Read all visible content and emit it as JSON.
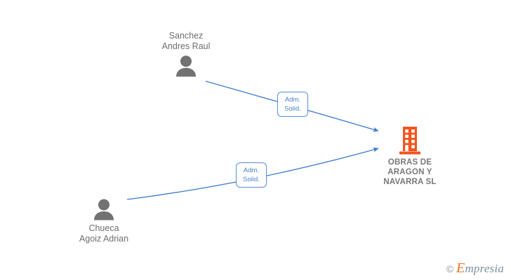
{
  "diagram": {
    "type": "corporate-relationship-graph",
    "background_color": "#ffffff",
    "nodes": [
      {
        "id": "sanchez",
        "kind": "person",
        "icon": "person-icon",
        "icon_color": "#727272",
        "label": "Sanchez\nAndres Raul",
        "label_color": "#6d6d6d",
        "label_position": "above"
      },
      {
        "id": "chueca",
        "kind": "person",
        "icon": "person-icon",
        "icon_color": "#727272",
        "label": "Chueca\nAgoiz Adrian",
        "label_color": "#6d6d6d",
        "label_position": "below"
      },
      {
        "id": "company",
        "kind": "company",
        "icon": "building-icon",
        "icon_color": "#f4541d",
        "label": "OBRAS DE\nARAGON Y\nNAVARRA  SL",
        "label_color": "#777777",
        "label_position": "below"
      }
    ],
    "edges": [
      {
        "id": "edge-sanchez-company",
        "from": "sanchez",
        "to": "company",
        "label": "Adm.\nSolid.",
        "color": "#4a7fc8",
        "arrow": "to-target"
      },
      {
        "id": "edge-chueca-company",
        "from": "chueca",
        "to": "company",
        "label": "Adm.\nSolid.",
        "color": "#4a7fc8",
        "arrow": "to-target"
      }
    ]
  },
  "watermark": {
    "copyright": "©",
    "brand_initial": "E",
    "brand_rest": "mpresia",
    "brand_color": "#ee7326",
    "text_color": "#7d8f9c"
  }
}
